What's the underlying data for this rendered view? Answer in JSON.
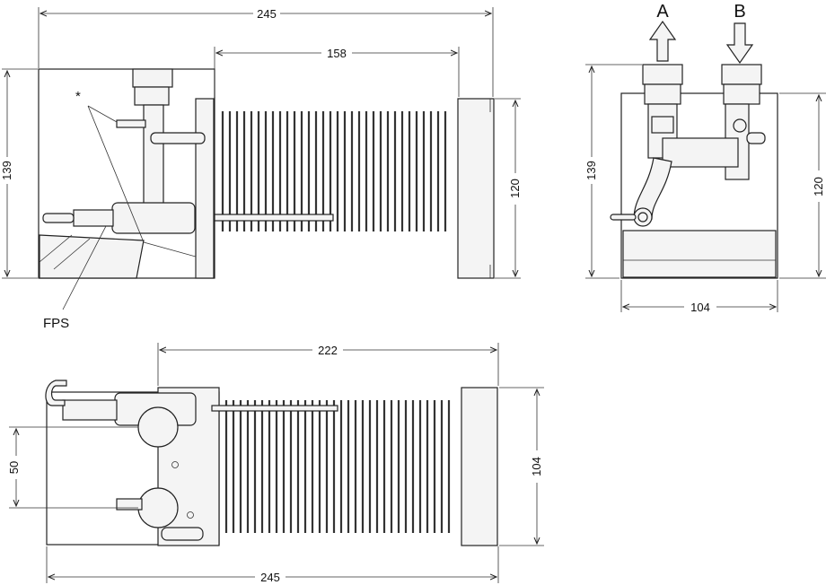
{
  "dimensions": {
    "side_total_width": "245",
    "side_coil_length": "158",
    "side_height": "139",
    "side_end_height": "120",
    "front_height": "139",
    "front_end_height": "120",
    "front_width": "104",
    "top_coil_length": "222",
    "top_spacing": "50",
    "top_end_width": "104",
    "top_total_width": "245"
  },
  "labels": {
    "port_a": "A",
    "port_b": "B",
    "sensor": "FPS",
    "asterisk": "*"
  }
}
